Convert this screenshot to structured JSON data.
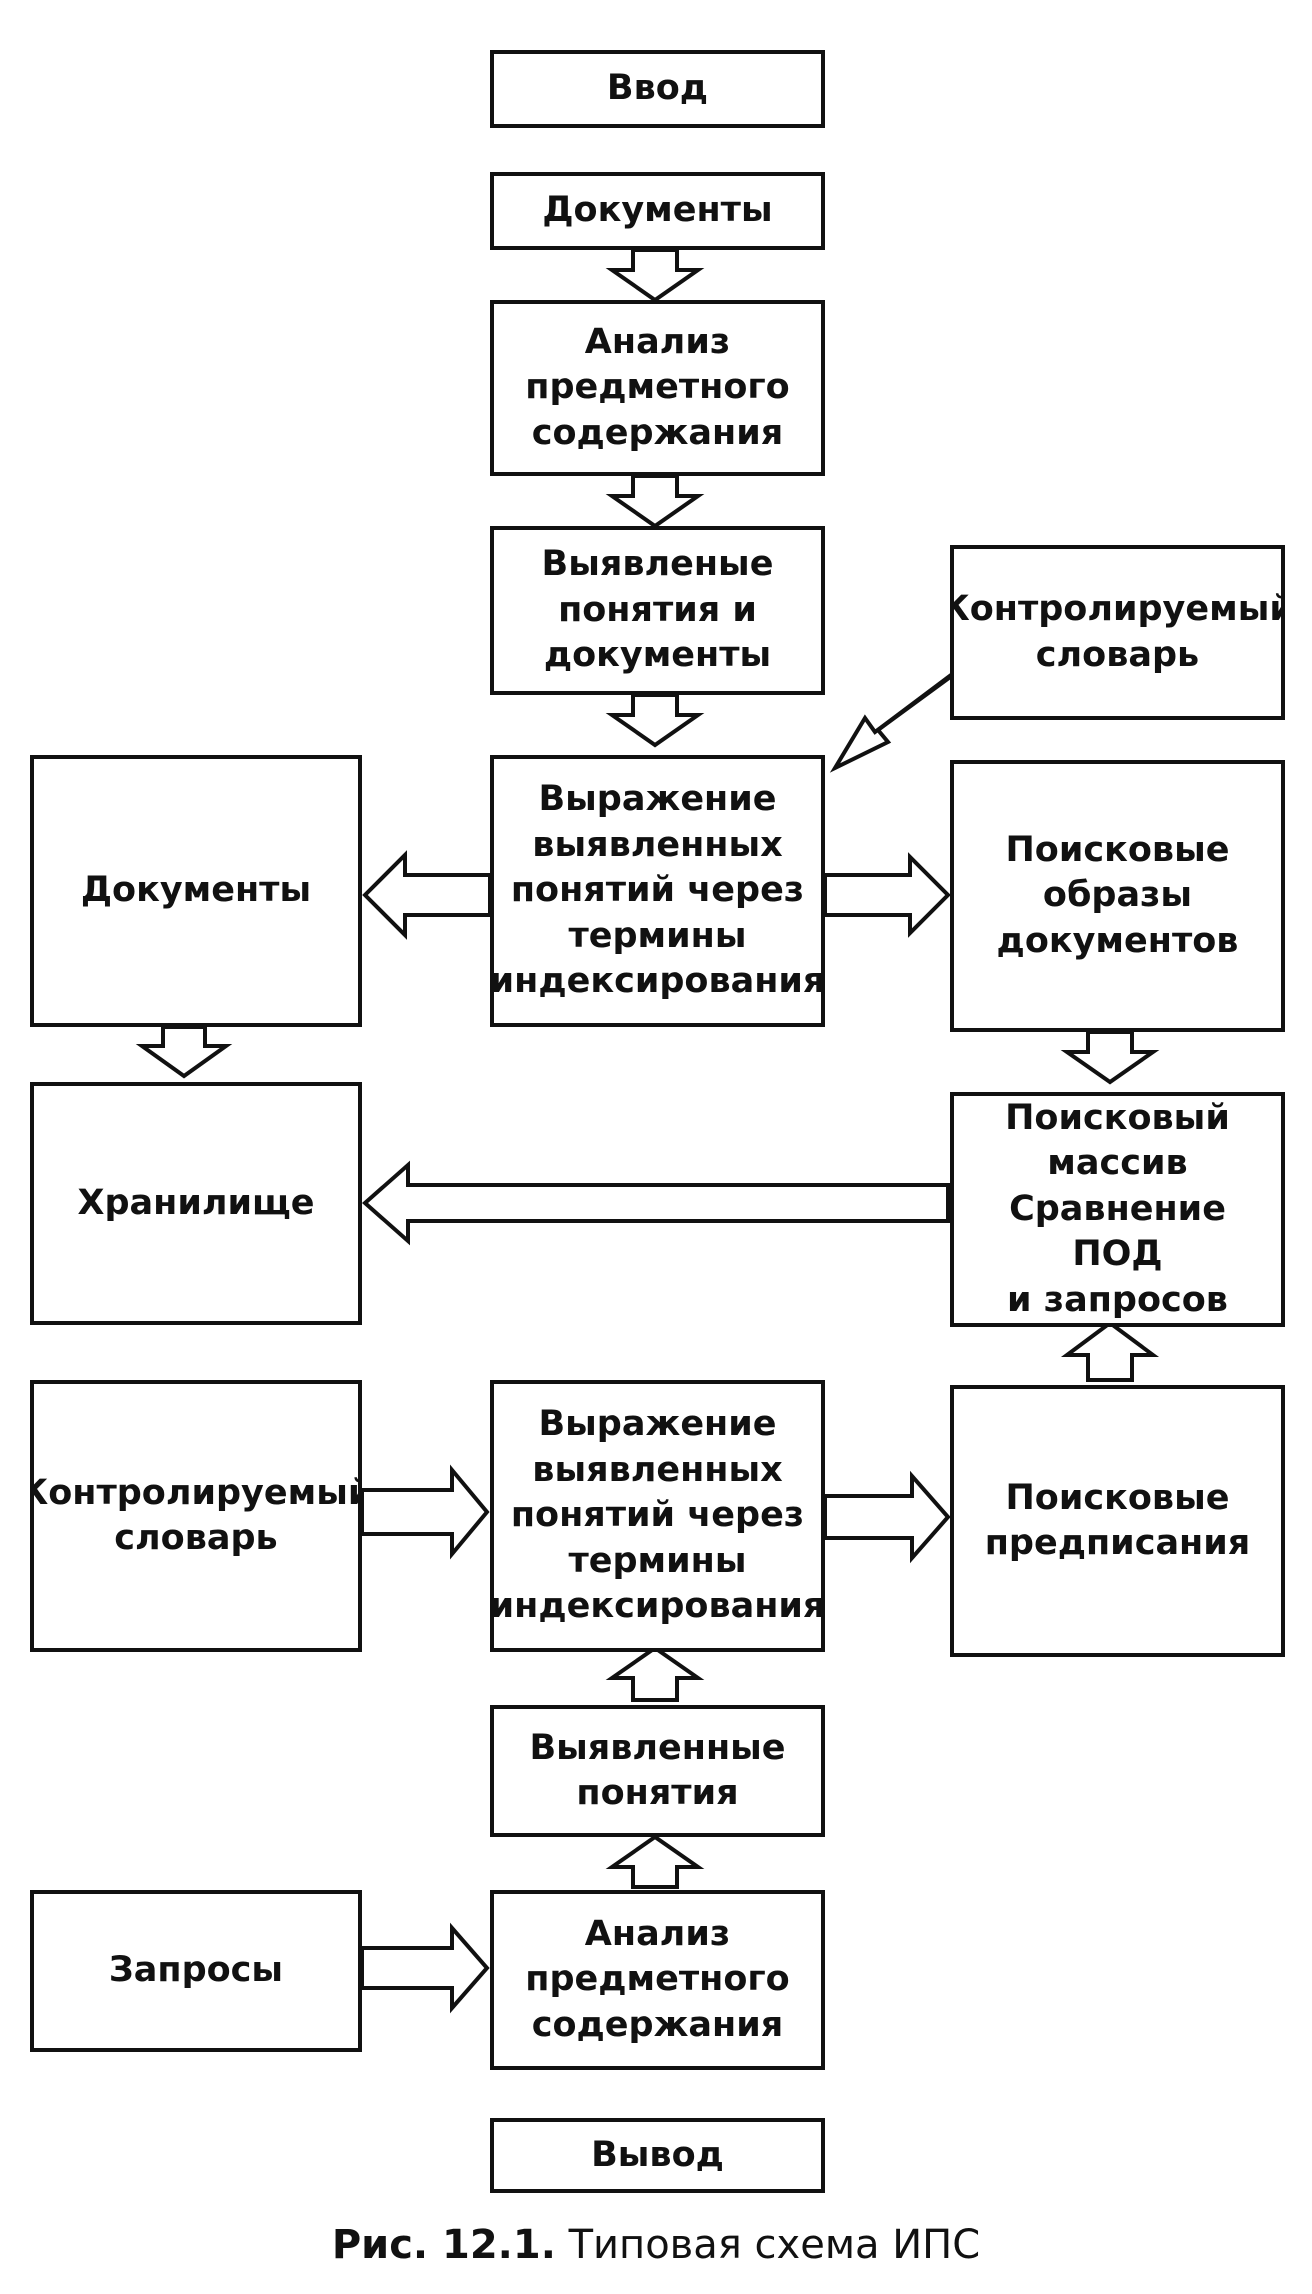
{
  "boxes": {
    "input": "Ввод",
    "documents_top": "Документы",
    "analysis_top": "Анализ\nпредметного\nсодержания",
    "revealed_concepts_docs": "Выявленые\nпонятия и\nдокументы",
    "controlled_vocab_right": "Контролируемый\nсловарь",
    "expression_top": "Выражение\nвыявленных\nпонятий через\nтермины\nиндексирования",
    "documents_left": "Документы",
    "search_images": "Поисковые\nобразы\nдокументов",
    "storage": "Хранилище",
    "search_array": "Поисковый\nмассив\nСравнение ПОД\nи запросов",
    "controlled_vocab_left": "Контролируемый\nсловарь",
    "expression_bottom": "Выражение\nвыявленных\nпонятий через\nтермины\nиндексирования",
    "search_prescriptions": "Поисковые\nпредписания",
    "revealed_concepts": "Выявленные\nпонятия",
    "queries": "Запросы",
    "analysis_bottom": "Анализ\nпредметного\nсодержания",
    "output": "Вывод"
  },
  "caption": {
    "label": "Рис. 12.1.",
    "text": " Типовая схема ИПС"
  },
  "colors": {
    "stroke": "#111111",
    "fill": "#ffffff"
  }
}
